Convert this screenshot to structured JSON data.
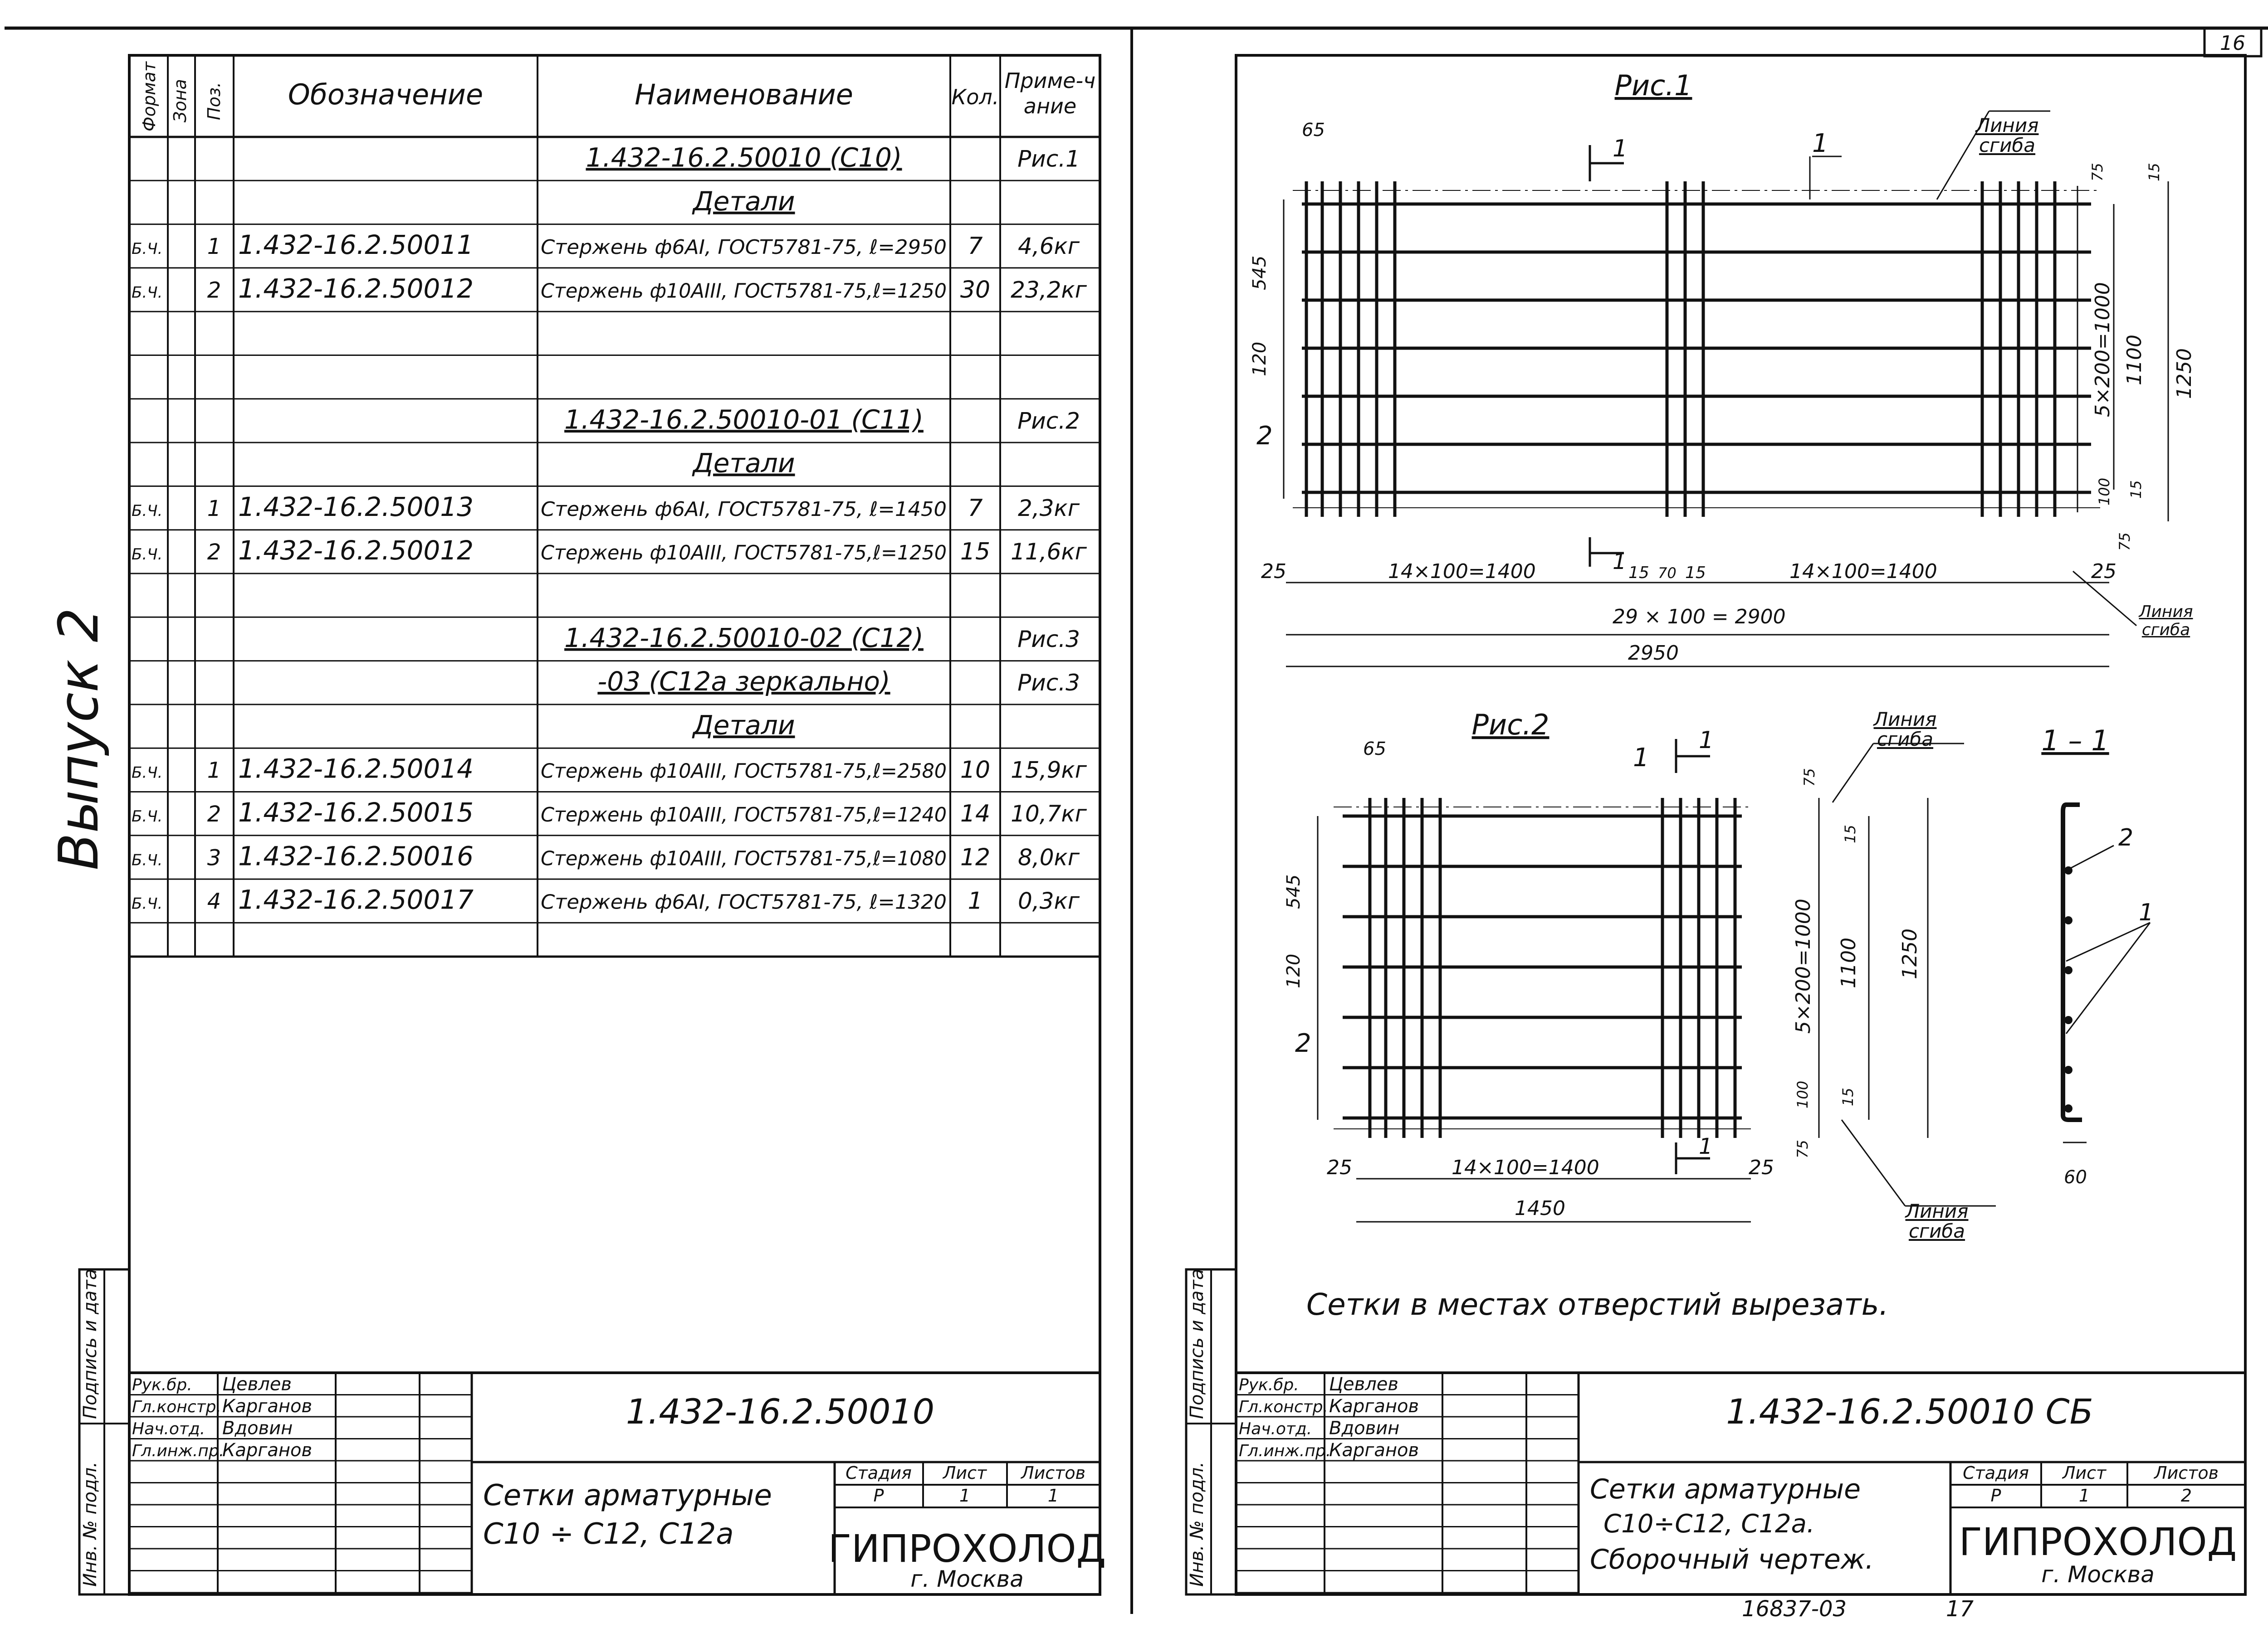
{
  "page_number": "16",
  "series_label": "Выпуск 2",
  "left": {
    "spec_headers": {
      "format": "Формат",
      "zone": "Зона",
      "pos": "Поз.",
      "designation": "Обозначение",
      "name": "Наименование",
      "qty": "Кол.",
      "note": "Приме-чание"
    },
    "spec_rows": [
      {
        "format": "",
        "pos": "",
        "designation": "",
        "name": "1.432-16.2.50010 (С10)",
        "qty": "",
        "note": "Рис.1"
      },
      {
        "format": "",
        "pos": "",
        "designation": "",
        "name": "Детали",
        "qty": "",
        "note": ""
      },
      {
        "format": "Б.Ч.",
        "pos": "1",
        "designation": "1.432-16.2.50011",
        "name": "Стержень ф6АI, ГОСТ5781-75, ℓ=2950",
        "qty": "7",
        "note": "4,6кг"
      },
      {
        "format": "Б.Ч.",
        "pos": "2",
        "designation": "1.432-16.2.50012",
        "name": "Стержень ф10АIII, ГОСТ5781-75,ℓ=1250",
        "qty": "30",
        "note": "23,2кг"
      },
      {
        "format": "",
        "pos": "",
        "designation": "",
        "name": "",
        "qty": "",
        "note": ""
      },
      {
        "format": "",
        "pos": "",
        "designation": "",
        "name": "",
        "qty": "",
        "note": ""
      },
      {
        "format": "",
        "pos": "",
        "designation": "",
        "name": "1.432-16.2.50010-01 (С11)",
        "qty": "",
        "note": "Рис.2"
      },
      {
        "format": "",
        "pos": "",
        "designation": "",
        "name": "Детали",
        "qty": "",
        "note": ""
      },
      {
        "format": "Б.Ч.",
        "pos": "1",
        "designation": "1.432-16.2.50013",
        "name": "Стержень ф6АI, ГОСТ5781-75, ℓ=1450",
        "qty": "7",
        "note": "2,3кг"
      },
      {
        "format": "Б.Ч.",
        "pos": "2",
        "designation": "1.432-16.2.50012",
        "name": "Стержень ф10АIII, ГОСТ5781-75,ℓ=1250",
        "qty": "15",
        "note": "11,6кг"
      },
      {
        "format": "",
        "pos": "",
        "designation": "",
        "name": "",
        "qty": "",
        "note": ""
      },
      {
        "format": "",
        "pos": "",
        "designation": "",
        "name": "1.432-16.2.50010-02 (С12)",
        "qty": "",
        "note": "Рис.3"
      },
      {
        "format": "",
        "pos": "",
        "designation": "",
        "name": "-03 (С12а зеркально)",
        "qty": "",
        "note": "Рис.3"
      },
      {
        "format": "",
        "pos": "",
        "designation": "",
        "name": "Детали",
        "qty": "",
        "note": ""
      },
      {
        "format": "Б.Ч.",
        "pos": "1",
        "designation": "1.432-16.2.50014",
        "name": "Стержень ф10АIII, ГОСТ5781-75,ℓ=2580",
        "qty": "10",
        "note": "15,9кг"
      },
      {
        "format": "Б.Ч.",
        "pos": "2",
        "designation": "1.432-16.2.50015",
        "name": "Стержень ф10АIII, ГОСТ5781-75,ℓ=1240",
        "qty": "14",
        "note": "10,7кг"
      },
      {
        "format": "Б.Ч.",
        "pos": "3",
        "designation": "1.432-16.2.50016",
        "name": "Стержень ф10АIII, ГОСТ5781-75,ℓ=1080",
        "qty": "12",
        "note": "8,0кг"
      },
      {
        "format": "Б.Ч.",
        "pos": "4",
        "designation": "1.432-16.2.50017",
        "name": "Стержень ф6АI, ГОСТ5781-75, ℓ=1320",
        "qty": "1",
        "note": "0,3кг"
      },
      {
        "format": "",
        "pos": "",
        "designation": "",
        "name": "",
        "qty": "",
        "note": ""
      }
    ],
    "side_stamp": {
      "sign": "Подпись и дата",
      "inv": "Инв. № подл."
    },
    "title_block": {
      "roles": [
        "Рук.бр.",
        "Гл.констр.",
        "Нач.отд.",
        "Гл.инж.пр."
      ],
      "names": [
        "Цевлев",
        "Карганов",
        "Вдовин",
        "Карганов"
      ],
      "code": "1.432-16.2.50010",
      "title_line1": "Сетки арматурные",
      "title_line2": "С10 ÷ С12, С12а",
      "stage_label": "Стадия",
      "sheet_label": "Лист",
      "sheets_label": "Листов",
      "stage": "Р",
      "sheet": "1",
      "sheets": "1",
      "org": "ГИПРОХОЛОД",
      "city": "г. Москва"
    }
  },
  "right": {
    "fig1": {
      "title": "Рис.1",
      "dims": {
        "d65": "65",
        "d545": "545",
        "d120": "120",
        "d25a": "25",
        "d25b": "25",
        "d15a": "15",
        "d70": "70",
        "d15b": "15",
        "span_left": "14×100=1400",
        "span_right": "14×100=1400",
        "total_inner": "29 × 100 = 2900",
        "total": "2950",
        "v75": "75",
        "v15a": "15",
        "v100": "100",
        "v15b": "15",
        "v75b": "75",
        "grid": "5×200=1000",
        "h1100": "1100",
        "h1250": "1250"
      },
      "pos_1": "1",
      "pos_2": "2",
      "section_1": "1",
      "bend_label_1": "Линия сгиба",
      "bend_label_2": "Линия сгиба"
    },
    "fig2": {
      "title": "Рис.2",
      "dims": {
        "d65": "65",
        "d545": "545",
        "d120": "120",
        "d25a": "25",
        "d25b": "25",
        "span": "14×100=1400",
        "total": "1450",
        "v75": "75",
        "v15a": "15",
        "v100": "100",
        "v15b": "15",
        "v75b": "75",
        "grid": "5×200=1000",
        "h1100": "1100",
        "h1250": "1250"
      },
      "pos_1": "1",
      "pos_2": "2",
      "section_1": "1",
      "bend_label_1": "Линия сгиба",
      "bend_label_2": "Линия сгиба"
    },
    "section": {
      "title": "1 – 1",
      "pos_1": "1",
      "pos_2": "2",
      "dim_60": "60"
    },
    "note": "Сетки в местах отверстий вырезать.",
    "side_stamp": {
      "sign": "Подпись и дата",
      "inv": "Инв. № подл."
    },
    "title_block": {
      "roles": [
        "Рук.бр.",
        "Гл.констр.",
        "Нач.отд.",
        "Гл.инж.пр."
      ],
      "names": [
        "Цевлев",
        "Карганов",
        "Вдовин",
        "Карганов"
      ],
      "code": "1.432-16.2.50010 СБ",
      "title_line1": "Сетки арматурные",
      "title_line2": "С10÷С12, С12а.",
      "title_line3": "Сборочный чертеж.",
      "stage_label": "Стадия",
      "sheet_label": "Лист",
      "sheets_label": "Листов",
      "stage": "Р",
      "sheet": "1",
      "sheets": "2",
      "org": "ГИПРОХОЛОД",
      "city": "г. Москва"
    },
    "archive_no": "16837-03",
    "archive_page": "17"
  }
}
